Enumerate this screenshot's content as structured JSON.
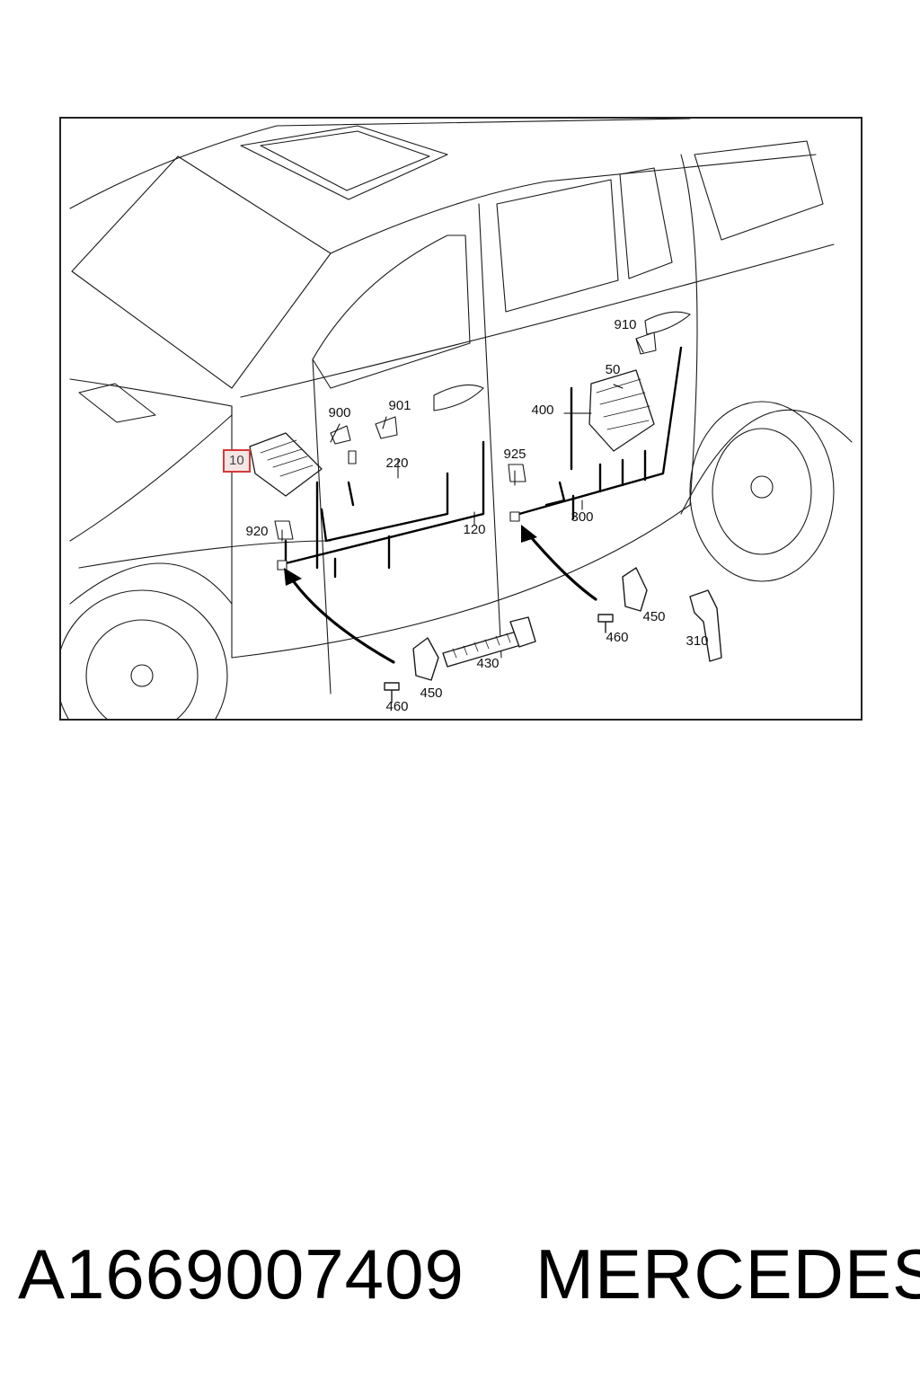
{
  "callouts": {
    "c10": "10",
    "c900": "900",
    "c901": "901",
    "c220": "220",
    "c920": "920",
    "c120": "120",
    "c910": "910",
    "c50": "50",
    "c400": "400",
    "c925": "925",
    "c300": "300",
    "c450_rear": "450",
    "c460_rear": "460",
    "c310": "310",
    "c430": "430",
    "c450_front": "450",
    "c460_front": "460"
  },
  "highlighted_callout": "10",
  "colors": {
    "highlight_border": "#d43a3a",
    "highlight_fill": "#f4e5e5",
    "line": "#000000"
  },
  "footer": {
    "part_number": "A1669007409",
    "brand": "MERCEDES"
  }
}
